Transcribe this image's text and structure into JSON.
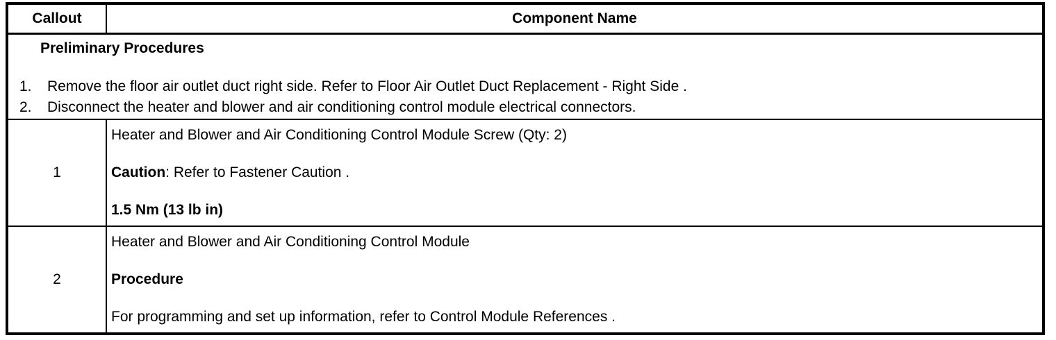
{
  "colors": {
    "border": "#000000",
    "text": "#000000",
    "background": "#ffffff"
  },
  "table": {
    "header": {
      "callout": "Callout",
      "component": "Component Name"
    },
    "preliminary": {
      "title": "Preliminary Procedures",
      "steps": [
        {
          "num": "1.",
          "text": "Remove the floor air outlet duct right side. Refer to Floor Air Outlet Duct Replacement - Right Side ."
        },
        {
          "num": "2.",
          "text": "Disconnect the heater and blower and air conditioning control module electrical connectors."
        }
      ]
    },
    "rows": [
      {
        "callout": "1",
        "lines": [
          {
            "bold": "",
            "text": "Heater and Blower and Air Conditioning Control Module Screw (Qty: 2)"
          },
          {
            "bold": "Caution",
            "text": ": Refer to Fastener Caution ."
          },
          {
            "bold": "1.5 Nm (13 lb in)",
            "text": ""
          }
        ]
      },
      {
        "callout": "2",
        "lines": [
          {
            "bold": "",
            "text": "Heater and Blower and Air Conditioning Control Module"
          },
          {
            "bold": "Procedure",
            "text": ""
          },
          {
            "bold": "",
            "text": "For programming and set up information, refer to Control Module References ."
          }
        ]
      }
    ]
  }
}
